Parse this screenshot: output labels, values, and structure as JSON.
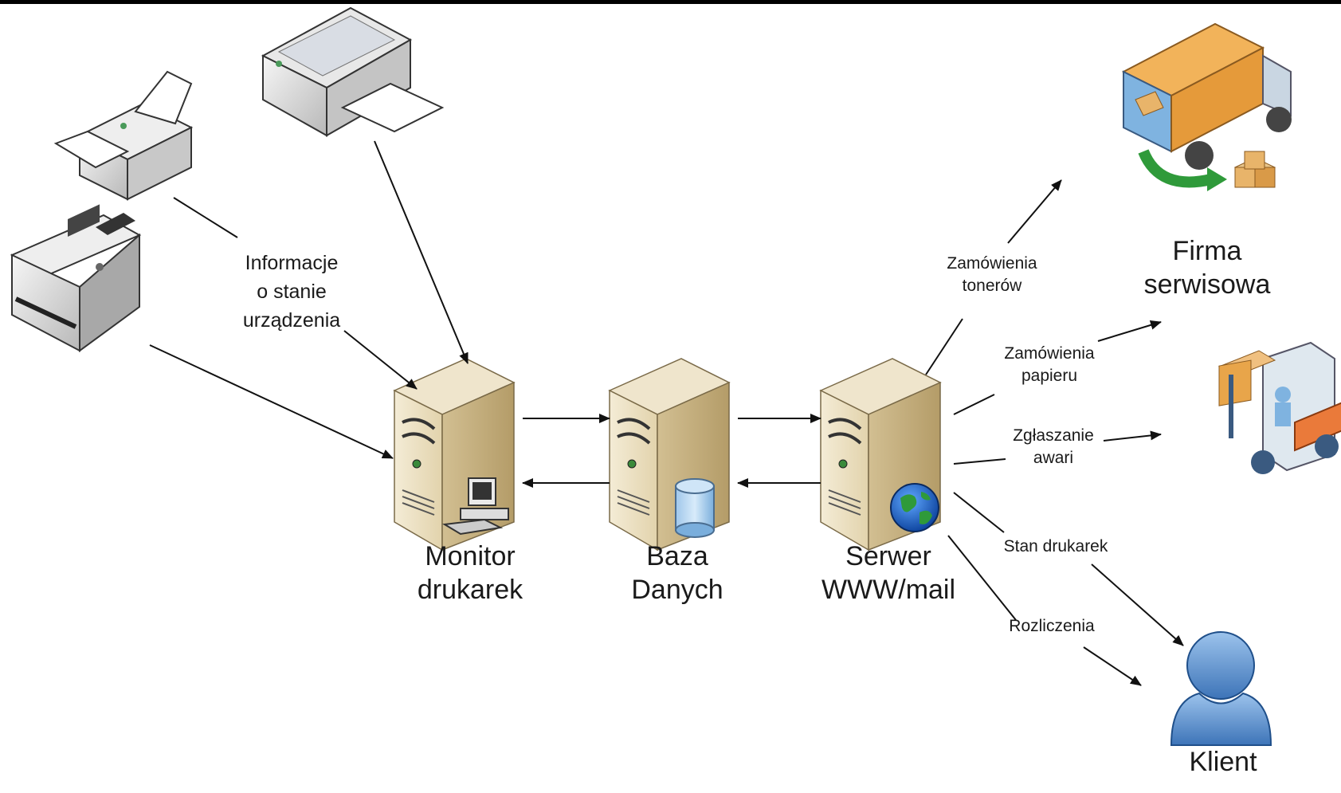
{
  "diagram": {
    "nodes": {
      "monitor": {
        "line1": "Monitor",
        "line2": "drukarek"
      },
      "baza": {
        "line1": "Baza",
        "line2": "Danych"
      },
      "serwer": {
        "line1": "Serwer",
        "line2": "WWW/mail"
      },
      "firma": {
        "line1": "Firma",
        "line2": "serwisowa"
      },
      "klient": {
        "line1": "Klient"
      }
    },
    "edge_labels": {
      "informacje": {
        "line1": "Informacje",
        "line2": "o stanie",
        "line3": "urządzenia"
      },
      "tonery": {
        "line1": "Zamówienia",
        "line2": "tonerów"
      },
      "papier": {
        "line1": "Zamówienia",
        "line2": "papieru"
      },
      "awarie": {
        "line1": "Zgłaszanie",
        "line2": "awari"
      },
      "stan": {
        "line1": "Stan drukarek"
      },
      "rozliczenia": {
        "line1": "Rozliczenia"
      }
    },
    "icons": [
      "printer-icon",
      "printer-icon",
      "fax-icon",
      "server-icon",
      "server-icon",
      "server-icon",
      "computer-icon",
      "database-icon",
      "globe-icon",
      "delivery-truck-icon",
      "forklift-icon",
      "user-icon"
    ],
    "colors": {
      "line": "#111111",
      "server_body": "#e8dcc0",
      "server_side": "#c8b48a",
      "truck": "#e8a54a",
      "user": "#5b8ec9",
      "globe": "#2a7a3a"
    }
  }
}
